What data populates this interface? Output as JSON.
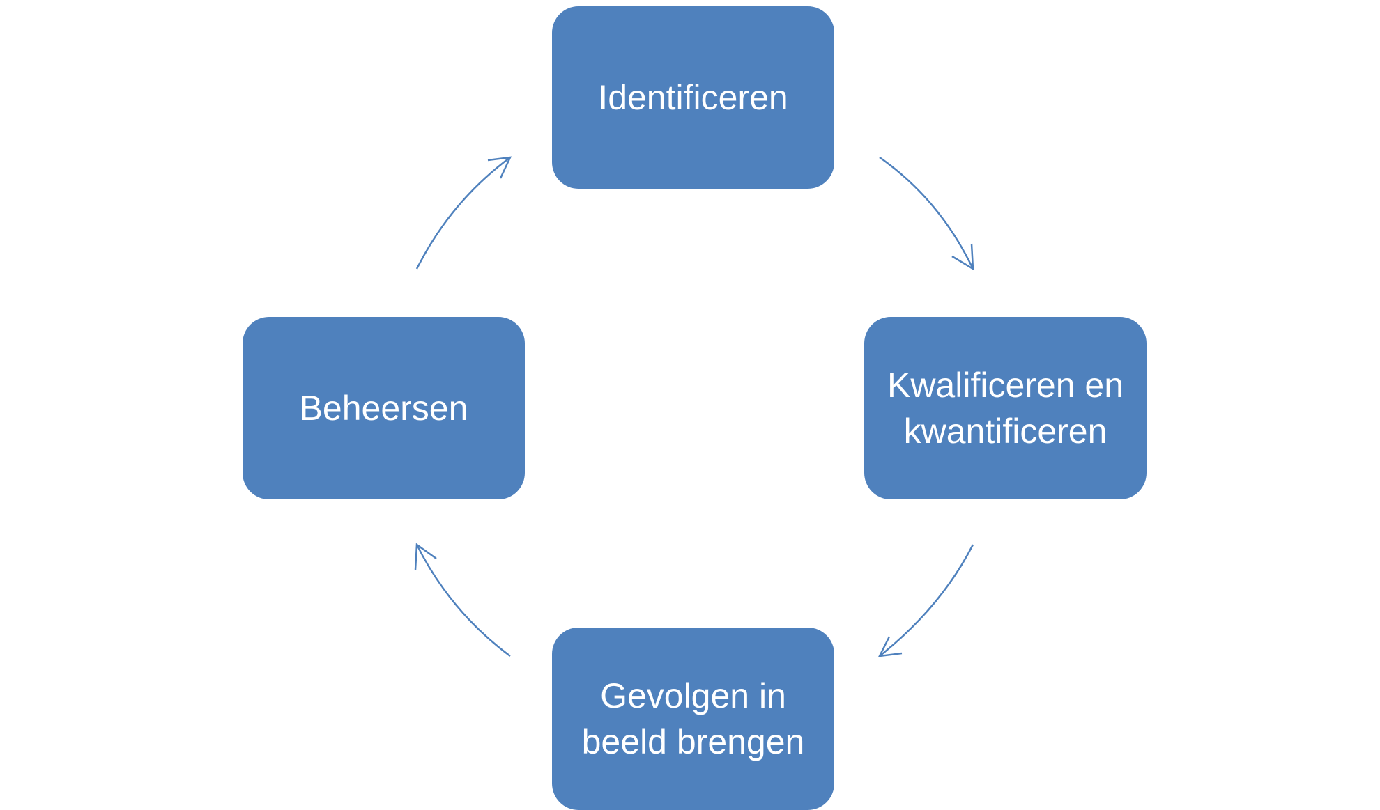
{
  "diagram": {
    "colors": {
      "node_fill": "#4f81bd",
      "node_text": "#ffffff",
      "arrow": "#4f81bd",
      "background": "#ffffff"
    },
    "nodes": [
      {
        "id": "identificeren",
        "label": "Identificeren"
      },
      {
        "id": "kwalificeren",
        "label": "Kwalificeren en kwantificeren"
      },
      {
        "id": "gevolgen",
        "label": "Gevolgen in beeld brengen"
      },
      {
        "id": "beheersen",
        "label": "Beheersen"
      }
    ],
    "edges": [
      {
        "from": "identificeren",
        "to": "kwalificeren"
      },
      {
        "from": "kwalificeren",
        "to": "gevolgen"
      },
      {
        "from": "gevolgen",
        "to": "beheersen"
      },
      {
        "from": "beheersen",
        "to": "identificeren"
      }
    ],
    "cycle": "clockwise"
  }
}
